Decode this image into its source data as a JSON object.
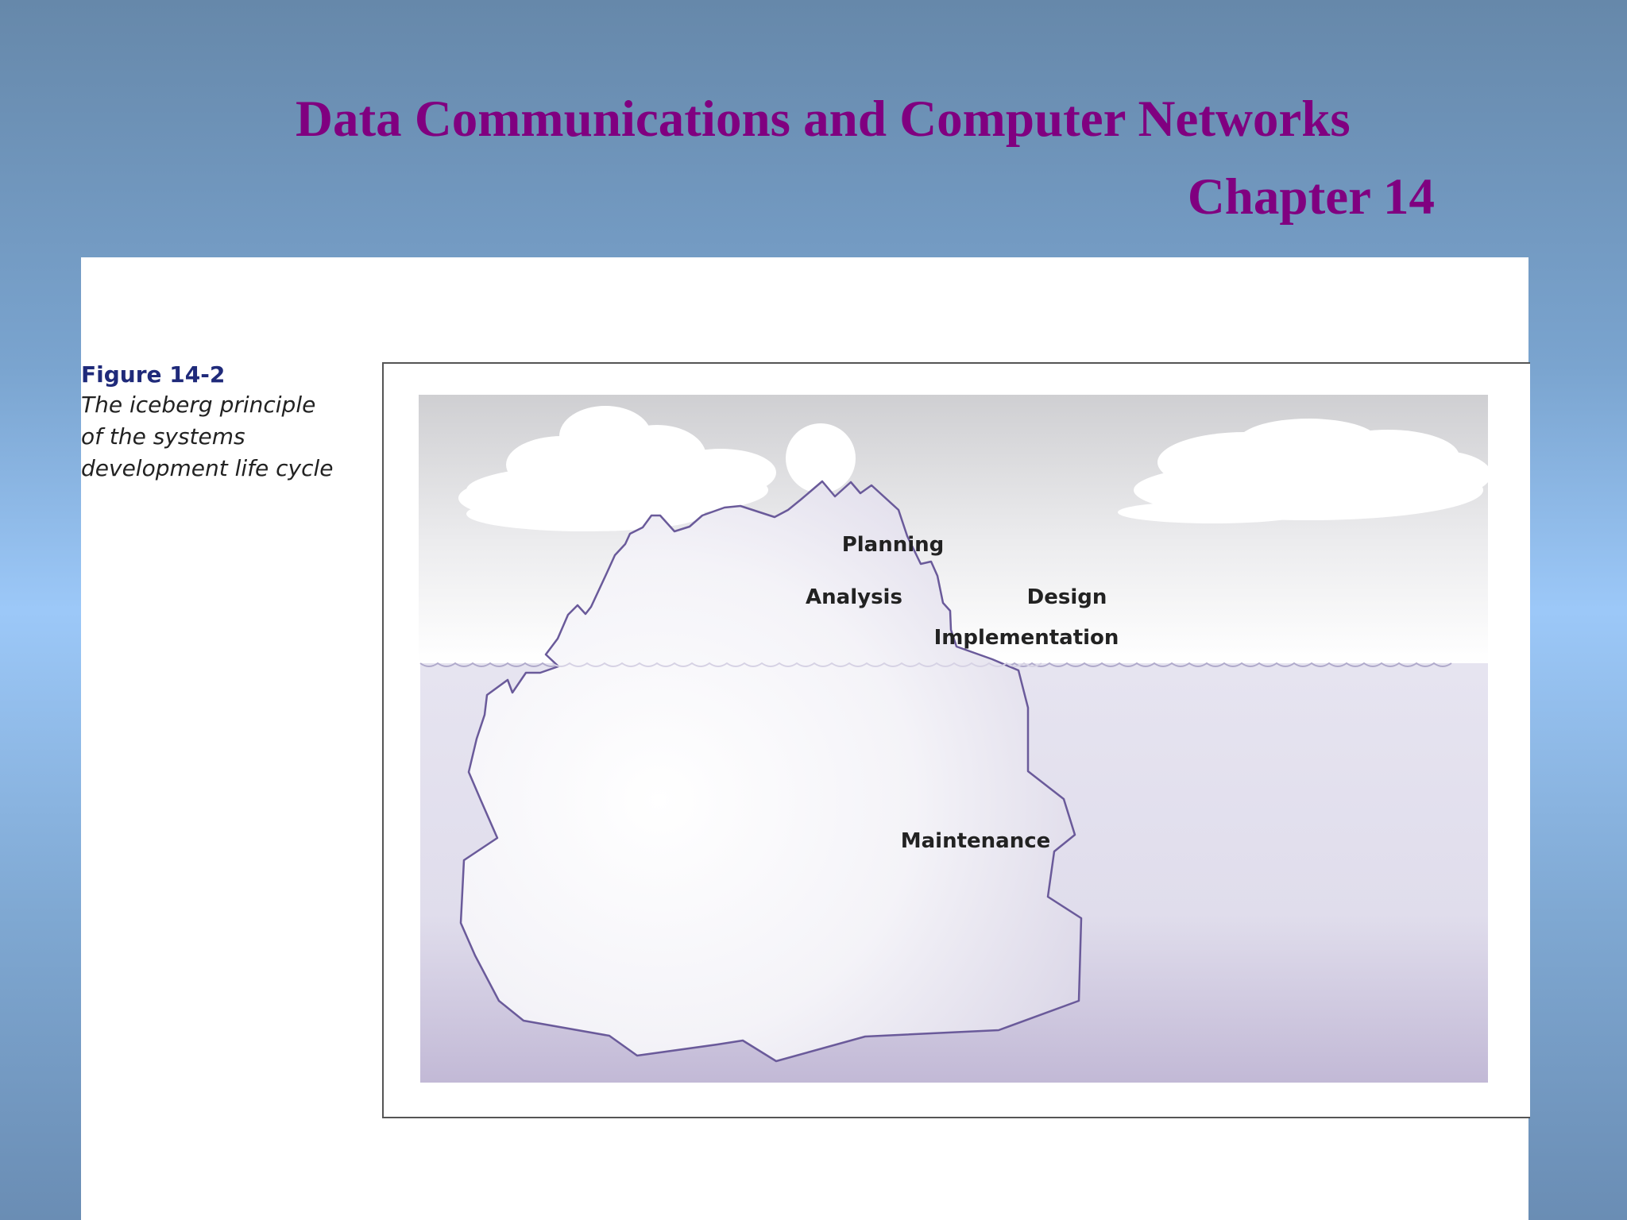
{
  "slide": {
    "title": "Data Communications and Computer Networks",
    "subtitle": "Chapter 14"
  },
  "figure": {
    "number": "Figure 14-2",
    "caption": "The iceberg principle of the systems development life cycle",
    "labels": {
      "planning": "Planning",
      "analysis": "Analysis",
      "design": "Design",
      "implementation": "Implementation",
      "maintenance": "Maintenance"
    }
  },
  "colors": {
    "title": "#800080",
    "figure_number": "#1f2a7a",
    "iceberg_outline": "#6a5a9a",
    "water": "#d8d4ea"
  }
}
